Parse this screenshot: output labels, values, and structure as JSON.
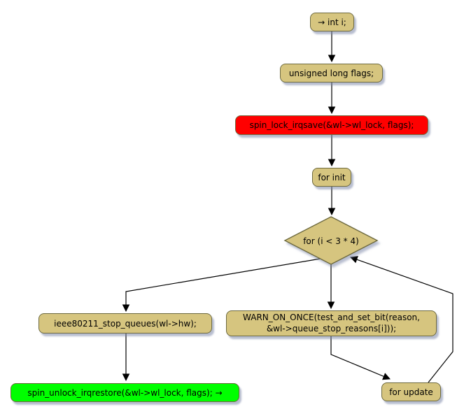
{
  "diagram": {
    "type": "activity-flowchart",
    "background": "#FFFFFF",
    "colors": {
      "node_fill": "#D6C57F",
      "node_border": "#6E6A3F",
      "highlight_red": "#FF0000",
      "highlight_green": "#00FF00",
      "arrow": "#000000",
      "shadow": "#7D89AA"
    },
    "nodes": {
      "start": {
        "label": "→ int i;",
        "fill": "#D6C57F"
      },
      "declare_flags": {
        "label": "unsigned long flags;",
        "fill": "#D6C57F"
      },
      "spin_lock": {
        "label": "spin_lock_irqsave(&wl->wl_lock, flags);",
        "fill": "#FF0000"
      },
      "for_init": {
        "label": "for init",
        "fill": "#D6C57F"
      },
      "for_condition": {
        "label": "for (i < 3 * 4)",
        "fill": "#D6C57F"
      },
      "stop_queues": {
        "label": "ieee80211_stop_queues(wl->hw);",
        "fill": "#D6C57F"
      },
      "warn_on_once": {
        "label": "WARN_ON_ONCE(test_and_set_bit(reason,\n&wl->queue_stop_reasons[i]));",
        "fill": "#D6C57F"
      },
      "spin_unlock": {
        "label": "spin_unlock_irqrestore(&wl->wl_lock, flags); →",
        "fill": "#00FF00"
      },
      "for_update": {
        "label": "for update",
        "fill": "#D6C57F"
      }
    },
    "edges": [
      {
        "from": "start",
        "to": "declare_flags"
      },
      {
        "from": "declare_flags",
        "to": "spin_lock"
      },
      {
        "from": "spin_lock",
        "to": "for_init"
      },
      {
        "from": "for_init",
        "to": "for_condition"
      },
      {
        "from": "for_condition",
        "to": "stop_queues"
      },
      {
        "from": "for_condition",
        "to": "warn_on_once"
      },
      {
        "from": "warn_on_once",
        "to": "for_update"
      },
      {
        "from": "for_update",
        "to": "for_condition"
      },
      {
        "from": "stop_queues",
        "to": "spin_unlock"
      }
    ]
  }
}
